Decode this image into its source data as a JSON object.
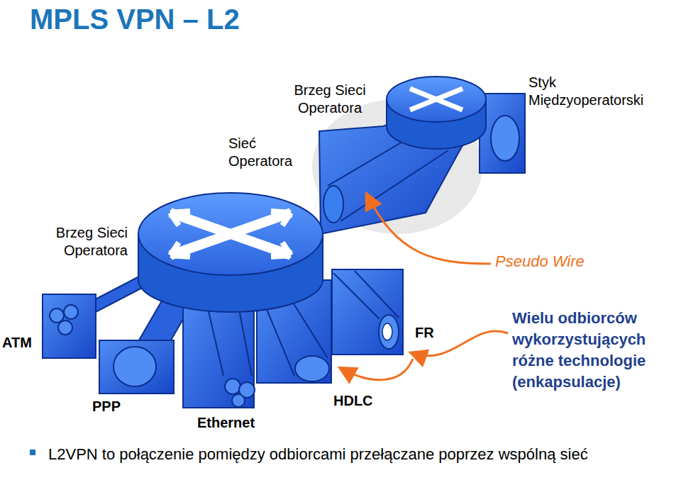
{
  "diagram": {
    "title": "MPLS VPN – L2",
    "caption": "L2VPN to połączenie pomiędzy odbiorcami przełączane poprzez wspólną sieć",
    "labels": [
      "Brzeg Sieci Operatora",
      "Sieć Operatora",
      "Styk Międzyoperatorski",
      "Brzeg Sieci Operatora",
      "Pseudo Wire",
      "ATM",
      "PPP",
      "Ethernet",
      "HDLC",
      "FR",
      "Wielu odbiorców wykorzystujących różne technologie (enkapsulacje)"
    ]
  }
}
